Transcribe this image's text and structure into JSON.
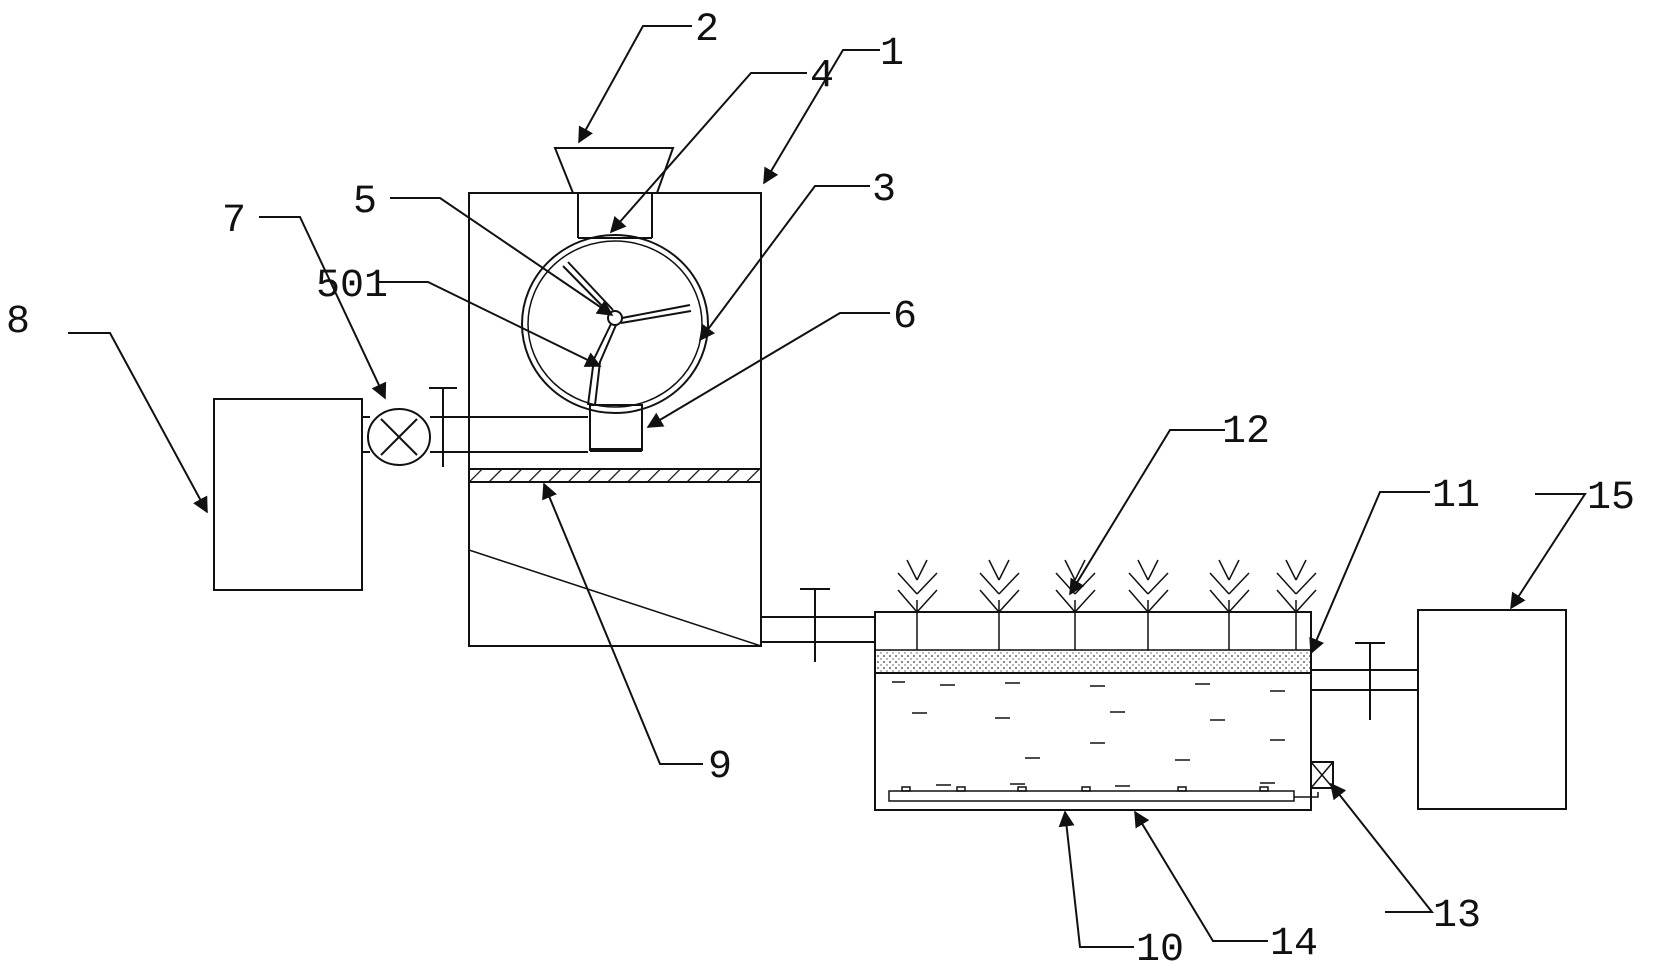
{
  "labels": {
    "l1": "1",
    "l2": "2",
    "l3": "3",
    "l4": "4",
    "l5": "5",
    "l501": "501",
    "l6": "6",
    "l7": "7",
    "l8": "8",
    "l9": "9",
    "l10": "10",
    "l11": "11",
    "l12": "12",
    "l13": "13",
    "l14": "14",
    "l15": "15"
  }
}
